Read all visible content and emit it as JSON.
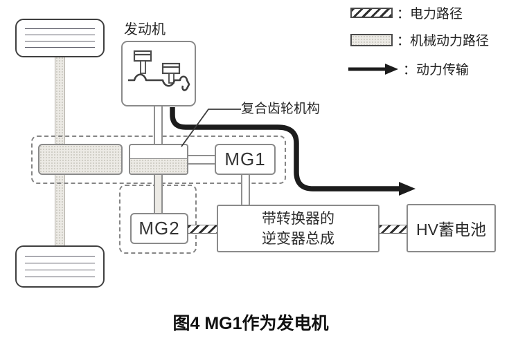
{
  "legend": {
    "items": [
      {
        "swatch": "hatched-swatch",
        "meaning": "electric-power-path",
        "label": "：电力路径"
      },
      {
        "swatch": "stippled-swatch",
        "meaning": "mechanical-power-path",
        "label": "：机械动力路径"
      },
      {
        "swatch": "arrow-swatch",
        "meaning": "power-transmission",
        "label": "：动力传输"
      }
    ]
  },
  "components": {
    "engine": {
      "label": "发动机"
    },
    "gear": {
      "label": "复合齿轮机构"
    },
    "mg1": {
      "label": "MG1"
    },
    "mg2": {
      "label": "MG2"
    },
    "inverter": {
      "line1": "带转换器的",
      "line2": "逆变器总成"
    },
    "battery": {
      "label": "HV蓄电池"
    }
  },
  "caption": {
    "text": "图4 MG1作为发电机"
  },
  "icons": {
    "engine-icon": "crankshaft-with-pistons",
    "power-flow-arrow-icon": "thick-right-arrow",
    "legend-arrow-icon": "right-arrow"
  },
  "colors": {
    "power_arrow": "#1c1c1c",
    "box_border": "#8a8a8a",
    "stipple_fill": "#eceae5",
    "hatch_stripe": "#2e2e2e",
    "text": "#2b2b2b"
  }
}
